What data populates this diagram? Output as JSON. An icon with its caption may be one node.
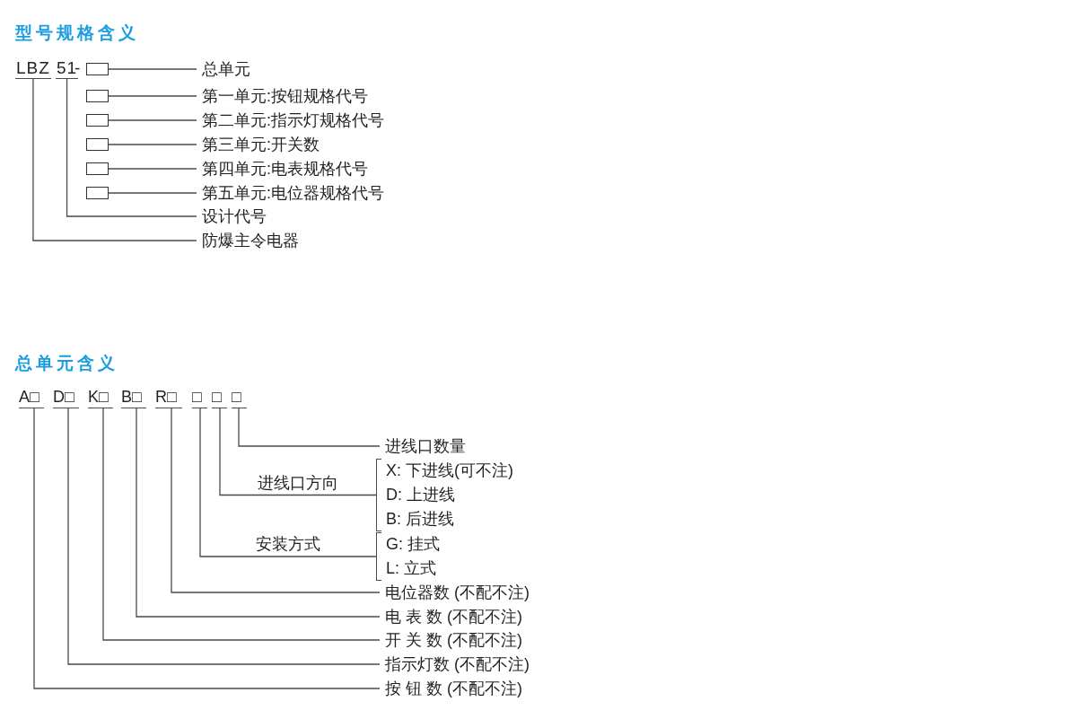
{
  "diagram": {
    "nodes": [
      {
        "text": [
          "LBZ"
        ]
      },
      {
        "text": [
          "51"
        ]
      },
      {
        "text": [],
        "shape": "box"
      },
      {
        "text": [
          "总单元"
        ]
      },
      {
        "text": [],
        "shape": "box"
      },
      {
        "text": [
          "第一单元:按钮规格代号"
        ]
      },
      {
        "text": [],
        "shape": "box"
      },
      {
        "text": [
          "第二单元:指示灯规格代号"
        ]
      },
      {
        "text": [],
        "shape": "box"
      },
      {
        "text": [
          "第三单元:开关数"
        ]
      },
      {
        "text": [],
        "shape": "box"
      },
      {
        "text": [
          "第四单元:电表规格代号"
        ]
      },
      {
        "text": [],
        "shape": "box"
      },
      {
        "text": [
          "第五单元:电位器规格代号"
        ]
      },
      {
        "text": [
          "设计代号"
        ]
      },
      {
        "text": [
          "防爆主令电器"
        ]
      },
      {
        "text": [
          "A□"
        ]
      },
      {
        "text": [
          "D□"
        ]
      },
      {
        "text": [
          "K□"
        ]
      },
      {
        "text": [
          "B□"
        ]
      },
      {
        "text": [
          "R□"
        ]
      },
      {
        "text": [
          "□"
        ]
      },
      {
        "text": [
          "□"
        ]
      },
      {
        "text": [
          "□"
        ]
      },
      {
        "text": [
          "进线口数量"
        ]
      },
      {
        "text": [
          "X: 下进线(可不注)",
          "D: 上进线",
          "B: 后进线"
        ]
      },
      {
        "text": [
          "G: 挂式",
          "L: 立式"
        ]
      },
      {
        "text": [
          "电位器数 (不配不注)"
        ]
      },
      {
        "text": [
          "电 表 数 (不配不注)"
        ]
      },
      {
        "text": [
          "开 关 数 (不配不注)"
        ]
      },
      {
        "text": [
          "指示灯数 (不配不注)"
        ]
      },
      {
        "text": [
          "按 钮 数 (不配不注)"
        ]
      }
    ],
    "edges": [
      {
        "from": 2,
        "to": 3,
        "arrow": "none"
      },
      {
        "from": 4,
        "to": 5,
        "arrow": "none"
      },
      {
        "from": 6,
        "to": 7,
        "arrow": "none"
      },
      {
        "from": 8,
        "to": 9,
        "arrow": "none"
      },
      {
        "from": 10,
        "to": 11,
        "arrow": "none"
      },
      {
        "from": 12,
        "to": 13,
        "arrow": "none"
      },
      {
        "from": 1,
        "to": 14,
        "arrow": "none"
      },
      {
        "from": 0,
        "to": 15,
        "arrow": "none"
      },
      {
        "from": 23,
        "to": 24,
        "arrow": "none"
      },
      {
        "from": 22,
        "to": 25,
        "arrow": "none",
        "label": "进线口方向"
      },
      {
        "from": 21,
        "to": 26,
        "arrow": "none",
        "label": "安装方式"
      },
      {
        "from": 20,
        "to": 27,
        "arrow": "none"
      },
      {
        "from": 19,
        "to": 28,
        "arrow": "none"
      },
      {
        "from": 18,
        "to": 29,
        "arrow": "none"
      },
      {
        "from": 17,
        "to": 30,
        "arrow": "none"
      },
      {
        "from": 16,
        "to": 31,
        "arrow": "none"
      }
    ],
    "labels": [
      "型号规格含义",
      "-",
      "总单元含义"
    ]
  }
}
